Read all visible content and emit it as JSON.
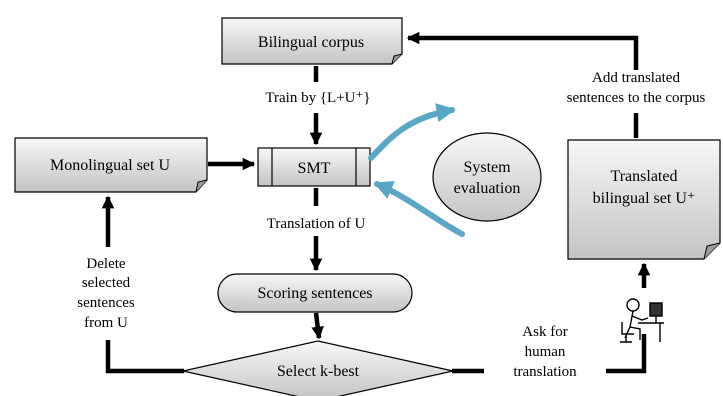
{
  "nodes": {
    "bilingual_corpus": "Bilingual corpus",
    "monolingual_set": "Monolingual set U",
    "smt": "SMT",
    "system_evaluation": [
      "System",
      "evaluation"
    ],
    "translated_set": [
      "Translated",
      "bilingual set U⁺"
    ],
    "scoring_sentences": "Scoring sentences",
    "select_kbest": "Select k-best"
  },
  "edge_labels": {
    "train_by": "Train by {L+U⁺}",
    "translation_of_u": "Translation of U",
    "add_translated": [
      "Add translated",
      "sentences to the corpus"
    ],
    "delete_selected": [
      "Delete",
      "selected",
      "sentences",
      "from U"
    ],
    "ask_human": [
      "Ask for",
      "human",
      "translation"
    ]
  },
  "colors": {
    "box_fill_light": "#f7f7f7",
    "box_fill_dark": "#c4c4c4",
    "curved_arrow": "#5aa6c7",
    "stroke": "#000000"
  },
  "icons": [
    "person-at-computer-icon"
  ]
}
